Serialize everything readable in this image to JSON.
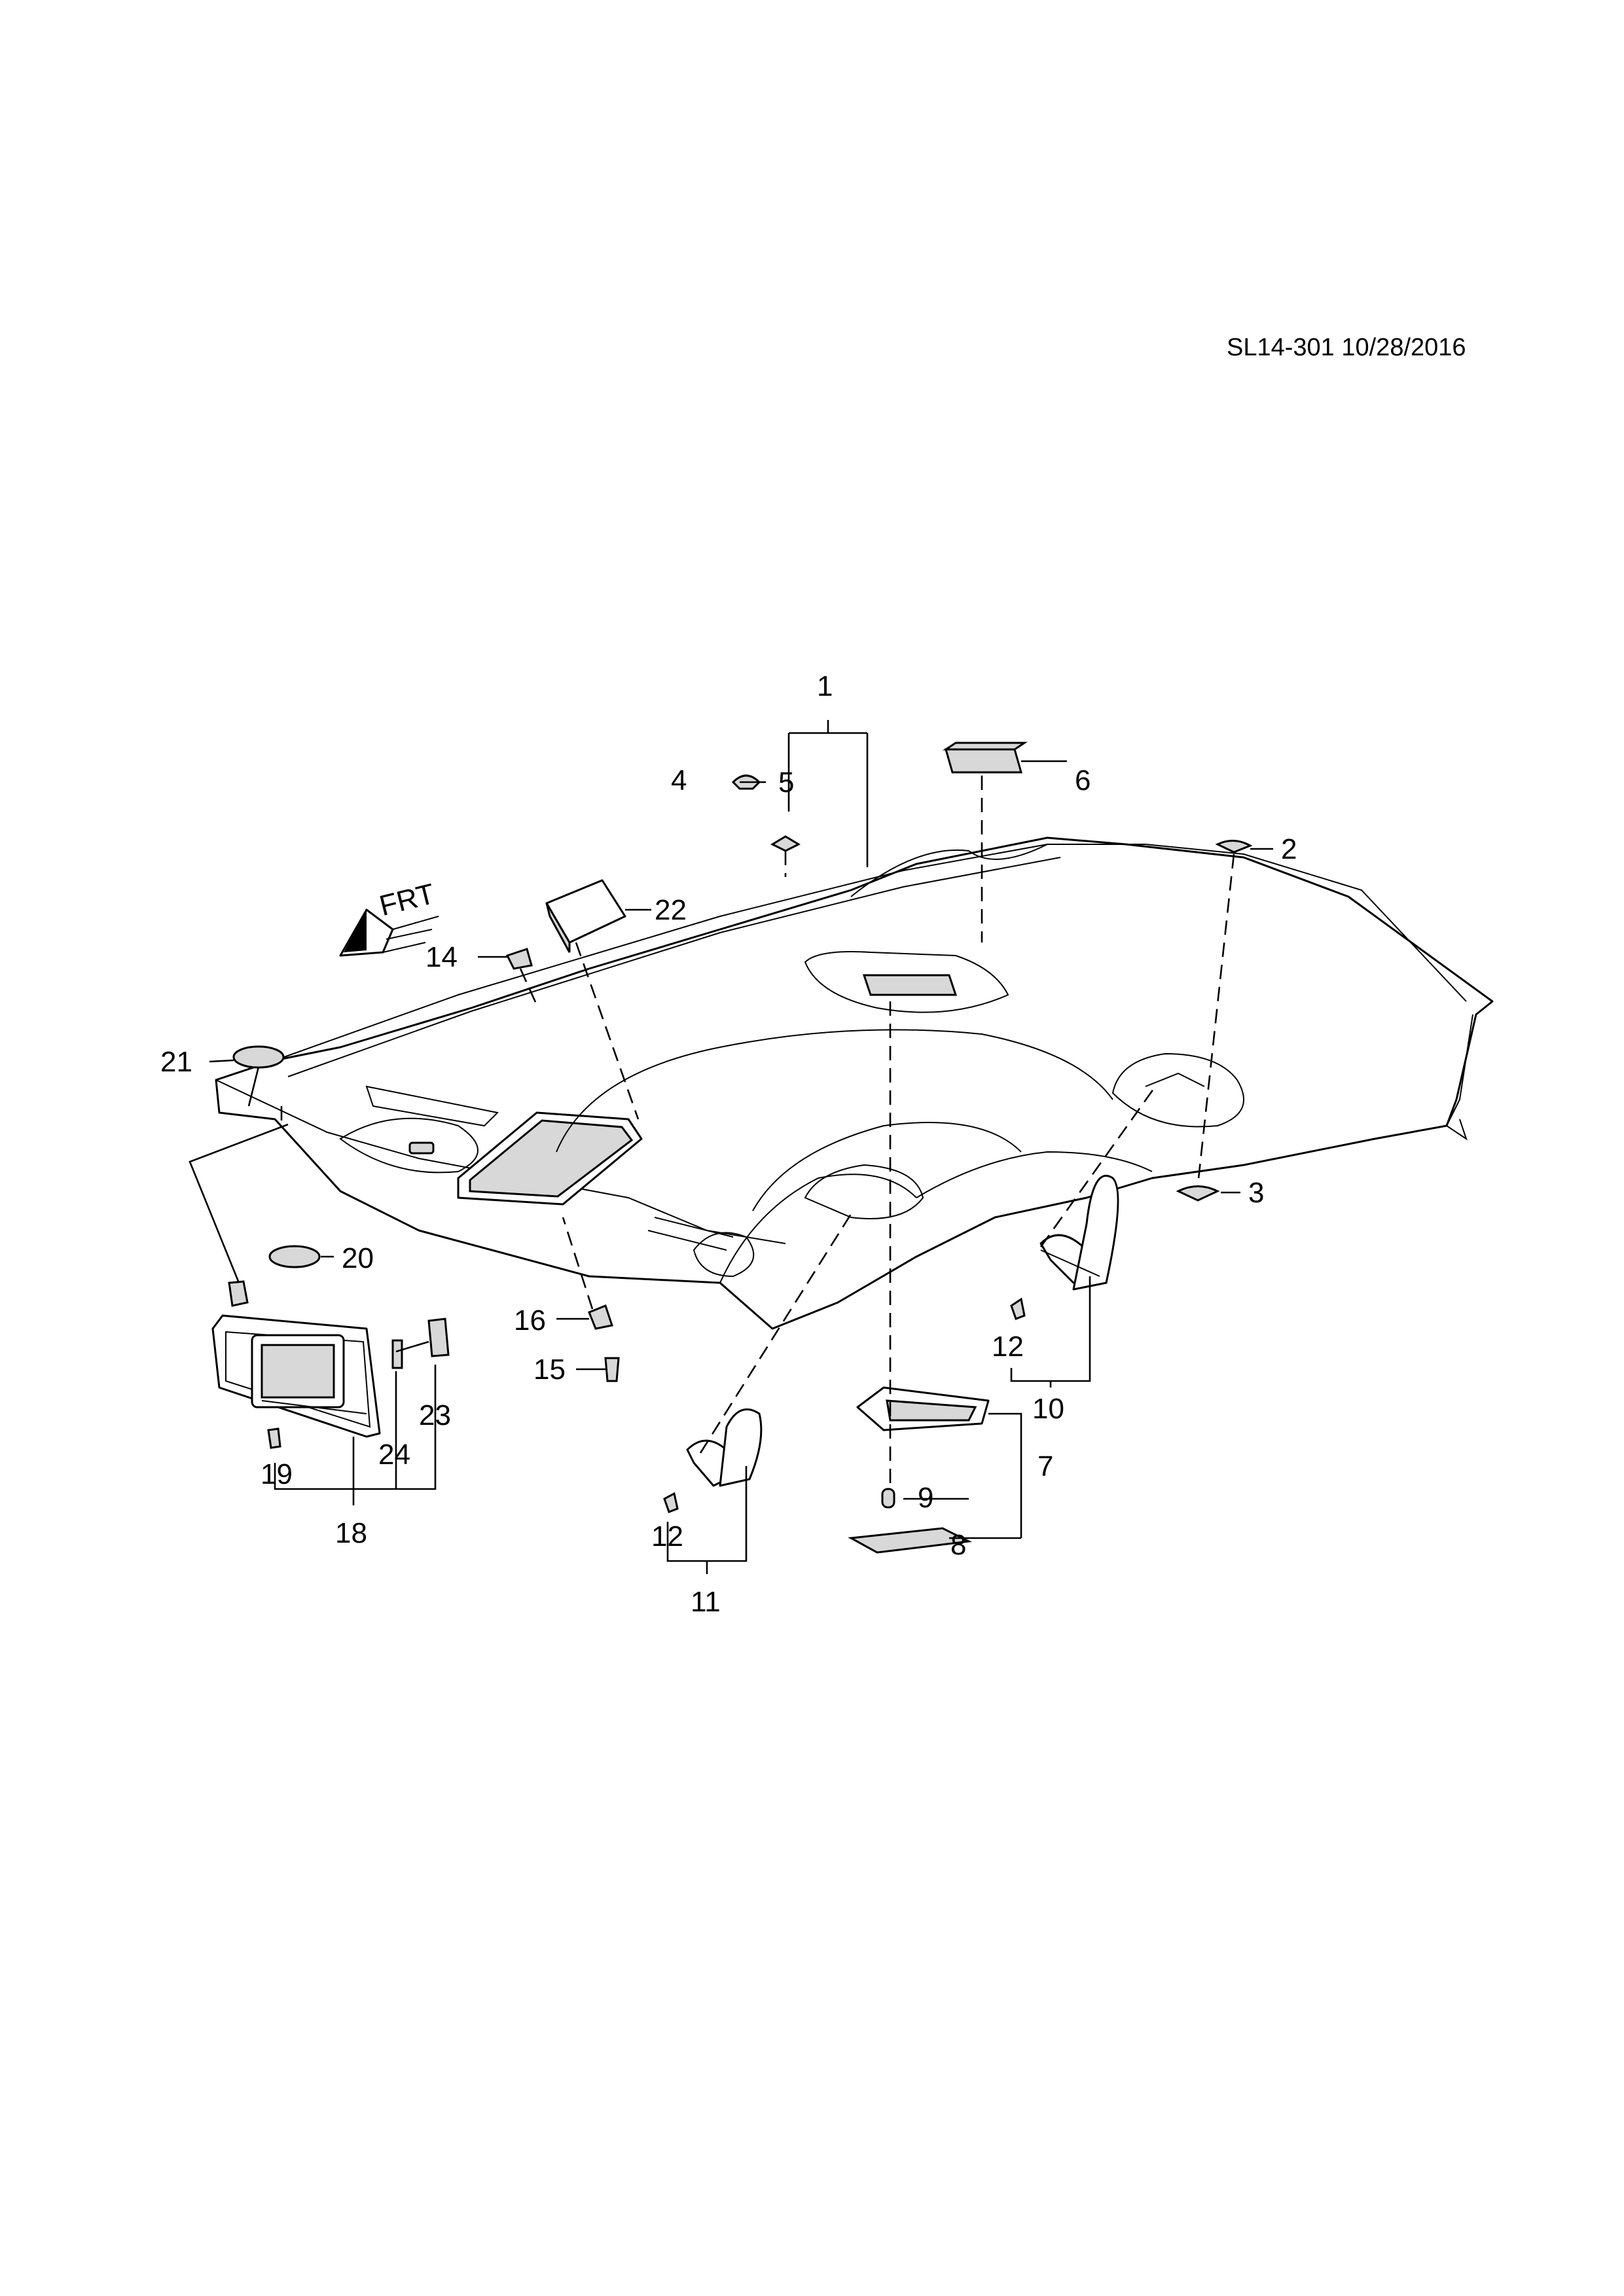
{
  "document_code": "SL14-301 10/28/2016",
  "front_marker": "FRT",
  "callouts": [
    "1",
    "2",
    "3",
    "4",
    "5",
    "6",
    "7",
    "8",
    "9",
    "10",
    "11",
    "12",
    "12",
    "14",
    "15",
    "16",
    "18",
    "19",
    "20",
    "21",
    "22",
    "23",
    "24"
  ]
}
